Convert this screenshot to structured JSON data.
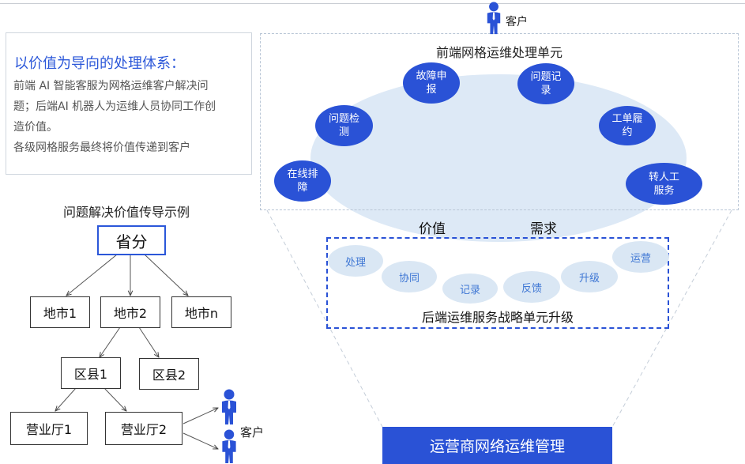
{
  "info": {
    "title": "以价值为导向的处理体系：",
    "lines": [
      "前端 AI 智能客服为网格运维客户解决问",
      "题；后端AI 机器人为运维人员协同工作创",
      "造价值。",
      "各级网格服务最终将价值传递到客户"
    ]
  },
  "tree": {
    "title": "问题解决价值传导示例",
    "root": "省分",
    "cities": [
      "地市1",
      "地市2",
      "地市n"
    ],
    "counties": [
      "区县1",
      "区县2"
    ],
    "halls": [
      "营业厅1",
      "营业厅2"
    ],
    "customer": "客户"
  },
  "diagram": {
    "top_customer": "客户",
    "front_title": "前端网格运维处理单元",
    "front_units": [
      [
        "故障申",
        "报"
      ],
      [
        "问题记",
        "录"
      ],
      [
        "问题检",
        "测"
      ],
      [
        "工单履",
        "约"
      ],
      [
        "在线排",
        "障"
      ],
      [
        "转人工",
        "服务"
      ]
    ],
    "value_label": "价值",
    "demand_label": "需求",
    "back_units": [
      "处理",
      "协同",
      "记录",
      "反馈",
      "升级",
      "运营"
    ],
    "back_title": "后端运维服务战略单元升级",
    "bottom_label": "运营商网络运维管理"
  },
  "colors": {
    "accent_blue": "#2a52d6",
    "light_blue": "#dde9f6",
    "title_blue": "#2b57d9"
  }
}
